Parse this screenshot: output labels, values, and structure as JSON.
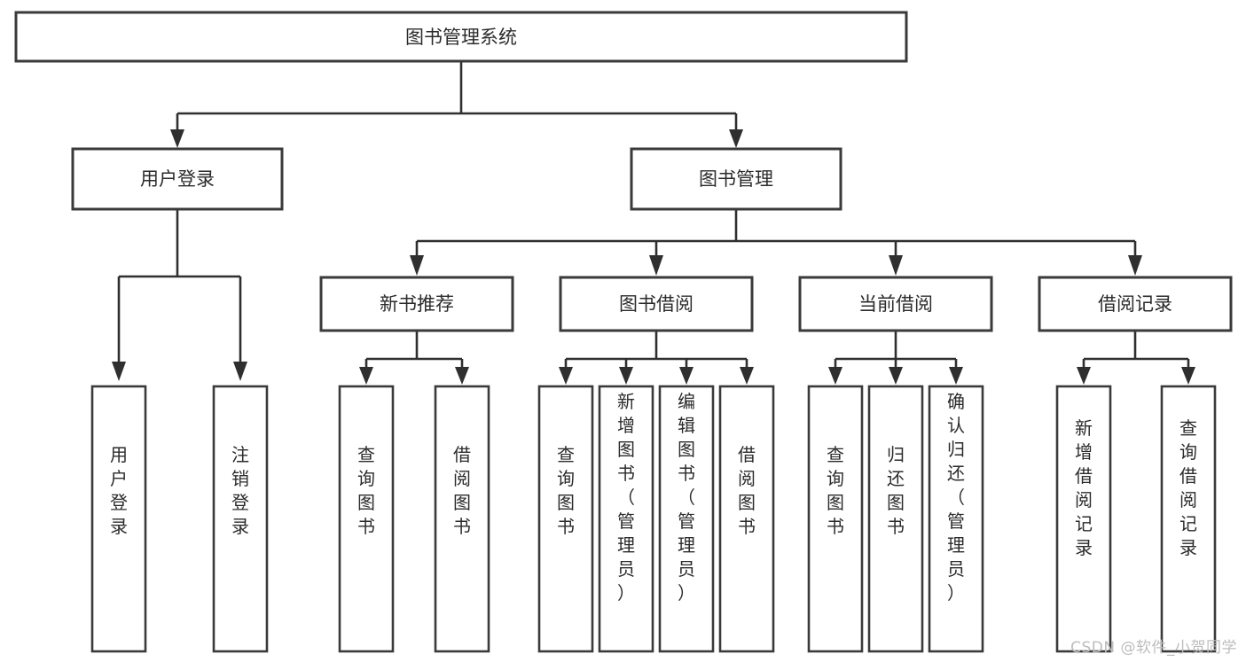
{
  "diagram": {
    "title": "图书管理系统",
    "type": "tree-hierarchy-diagram",
    "orientation": "top-down",
    "colors": {
      "box_stroke": "#3a3a3a",
      "box_fill": "#ffffff",
      "connector": "#2f2f2f",
      "text": "#2b2b2b",
      "background": "#ffffff",
      "watermark": "#bdbdbd"
    }
  },
  "watermark": {
    "text": "CSDN @软件_小贺同学"
  },
  "nodes": {
    "root": {
      "label": "图书管理系统",
      "level": 0,
      "orientation": "horizontal"
    },
    "level1": [
      {
        "id": "user-login",
        "label": "用户登录",
        "orientation": "horizontal"
      },
      {
        "id": "book-manage",
        "label": "图书管理",
        "orientation": "horizontal"
      }
    ],
    "level2": [
      {
        "id": "new-book-recommend",
        "label": "新书推荐",
        "orientation": "horizontal",
        "parent": "book-manage"
      },
      {
        "id": "book-borrow",
        "label": "图书借阅",
        "orientation": "horizontal",
        "parent": "book-manage"
      },
      {
        "id": "current-borrow",
        "label": "当前借阅",
        "orientation": "horizontal",
        "parent": "book-manage"
      },
      {
        "id": "borrow-record",
        "label": "借阅记录",
        "orientation": "horizontal",
        "parent": "book-manage"
      }
    ],
    "leaves": [
      {
        "id": "leaf-user-login",
        "label": "用户登录",
        "orientation": "vertical",
        "parent": "user-login"
      },
      {
        "id": "leaf-logout",
        "label": "注销登录",
        "orientation": "vertical",
        "parent": "user-login"
      },
      {
        "id": "leaf-query-book-1",
        "label": "查询图书",
        "orientation": "vertical",
        "parent": "new-book-recommend"
      },
      {
        "id": "leaf-borrow-book-1",
        "label": "借阅图书",
        "orientation": "vertical",
        "parent": "new-book-recommend"
      },
      {
        "id": "leaf-query-book-2",
        "label": "查询图书",
        "orientation": "vertical",
        "parent": "book-borrow"
      },
      {
        "id": "leaf-add-book",
        "label": "新增图书（管理员）",
        "orientation": "vertical",
        "parent": "book-borrow"
      },
      {
        "id": "leaf-edit-book",
        "label": "编辑图书（管理员）",
        "orientation": "vertical",
        "parent": "book-borrow"
      },
      {
        "id": "leaf-borrow-book-2",
        "label": "借阅图书",
        "orientation": "vertical",
        "parent": "book-borrow"
      },
      {
        "id": "leaf-query-book-3",
        "label": "查询图书",
        "orientation": "vertical",
        "parent": "current-borrow"
      },
      {
        "id": "leaf-return-book",
        "label": "归还图书",
        "orientation": "vertical",
        "parent": "current-borrow"
      },
      {
        "id": "leaf-confirm-return",
        "label": "确认归还（管理员）",
        "orientation": "vertical",
        "parent": "current-borrow"
      },
      {
        "id": "leaf-add-record",
        "label": "新增借阅记录",
        "orientation": "vertical",
        "parent": "borrow-record"
      },
      {
        "id": "leaf-query-record",
        "label": "查询借阅记录",
        "orientation": "vertical",
        "parent": "borrow-record"
      }
    ]
  }
}
